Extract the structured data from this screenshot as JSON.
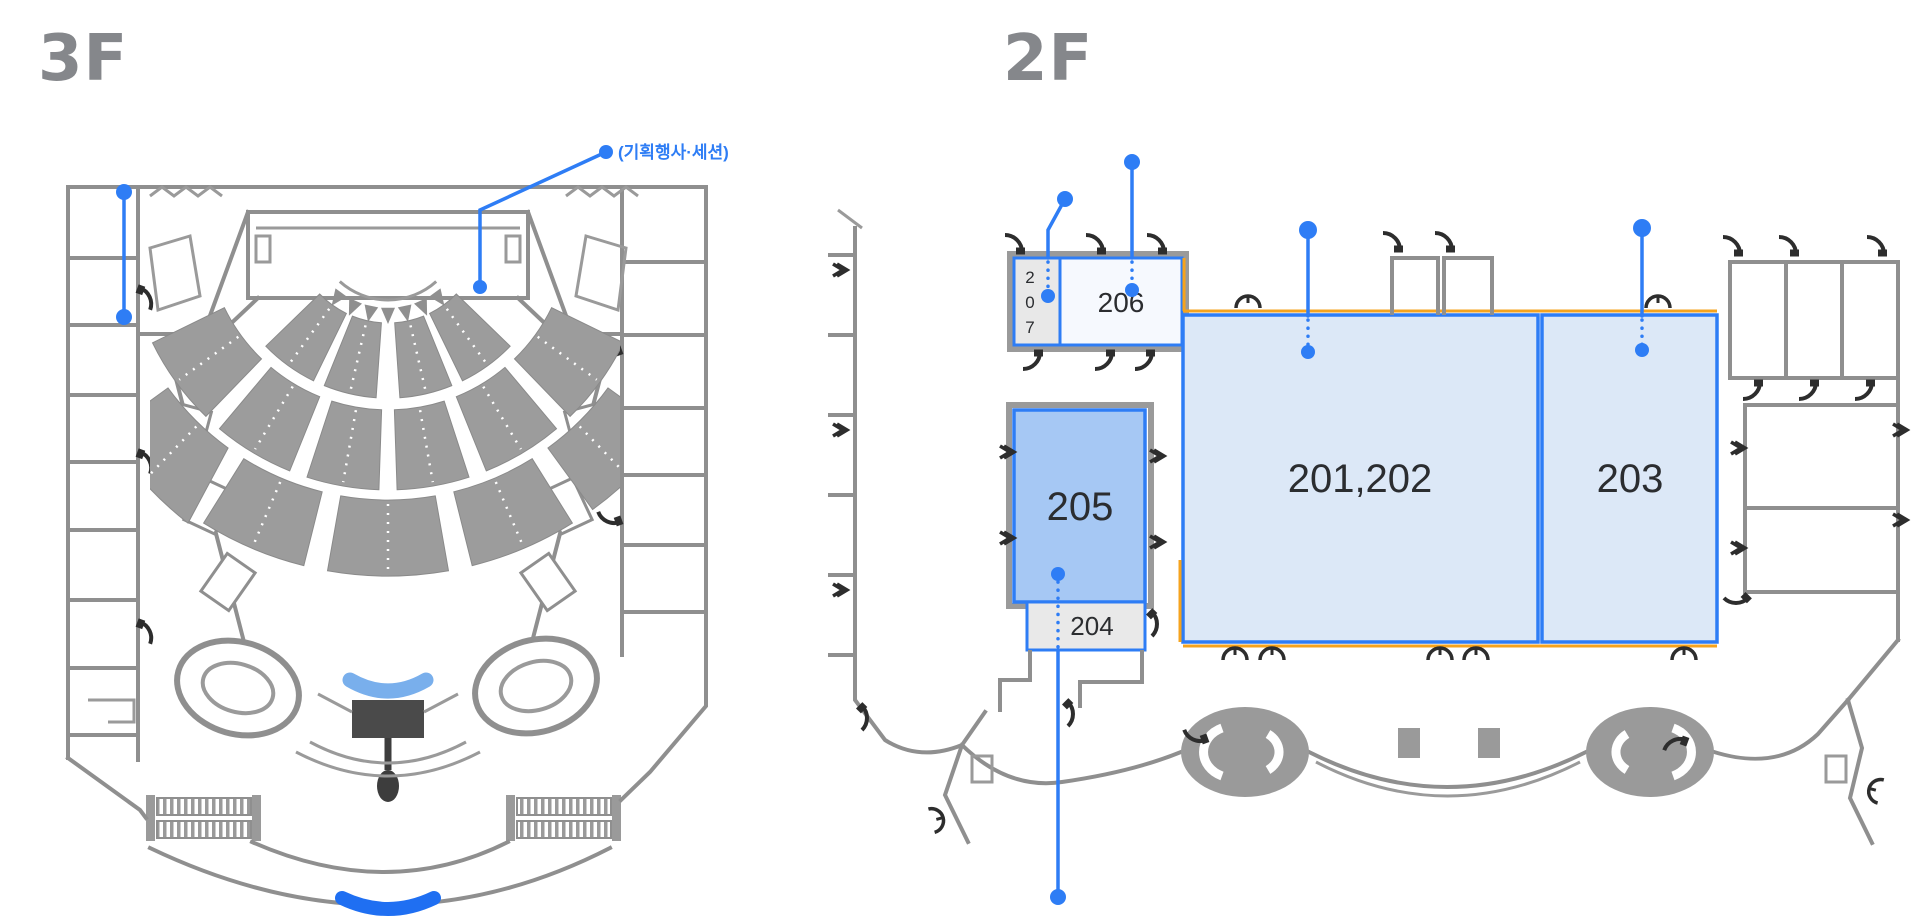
{
  "page": {
    "background": "#ffffff"
  },
  "floor_3f": {
    "title": "3F",
    "annotation_label": "(기획행사·세션)"
  },
  "floor_2f": {
    "title": "2F",
    "rooms": {
      "room_207_digits": [
        "2",
        "0",
        "7"
      ],
      "room_206": "206",
      "room_205": "205",
      "room_204": "204",
      "room_201_202": "201,202",
      "room_203": "203"
    }
  },
  "colors": {
    "accent_blue": "#2e7df5",
    "stage_blue": "#1f6ff2",
    "booth_blue": "#79afec",
    "light_blue_fill": "#dce8f7",
    "mid_blue_fill": "#a6c8f4",
    "pale_blue_fill": "#f6f9fe",
    "gray_fill": "#e9e9e9",
    "wall_gray": "#8f8f8f",
    "door_dark": "#2d2d2d",
    "orange": "#f6a31d",
    "title_gray": "#85878b"
  }
}
